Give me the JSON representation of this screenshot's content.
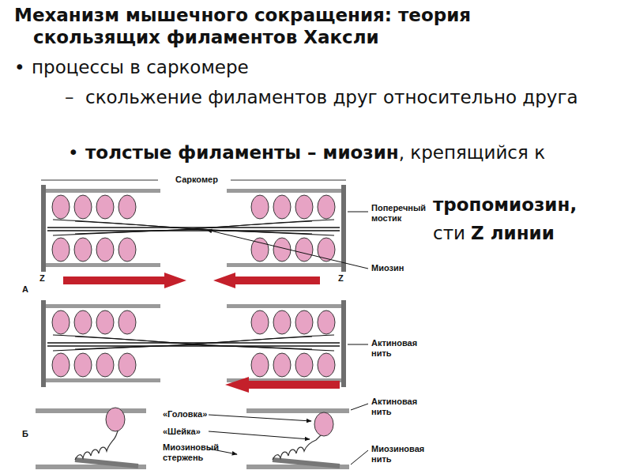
{
  "diagram": {
    "title": "Механизм мышечного сокращения: теория скользящих филаментов Хаксли",
    "labels": [
      "•",
      "процессы в саркомере",
      "–",
      "скольжение филаментов друг относительно друга",
      "•",
      "толстые филаменты – миозин",
      ", крепящийся к",
      "тропомиозин,",
      "сти",
      "Z линии",
      "Саркомер",
      "Поперечный мостик",
      "Миозин",
      "Z",
      "Z",
      "А",
      "Актиновая нить",
      "«Головка»",
      "«Шейка»",
      "Миозиновый стержень",
      "Актиновая нить",
      "Миозиновая нить",
      "Б"
    ]
  }
}
